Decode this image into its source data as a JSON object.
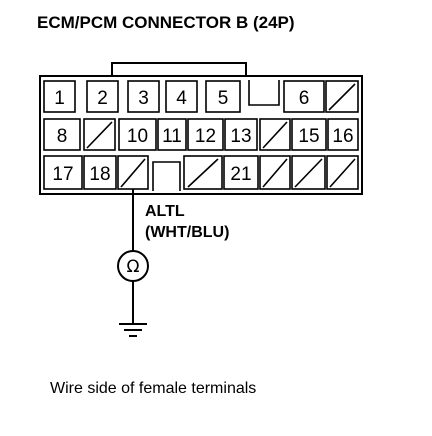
{
  "title": "ECM/PCM CONNECTOR B (24P)",
  "connector": {
    "rows": [
      [
        "1",
        "2",
        "3",
        "4",
        "5",
        "",
        "6",
        "/"
      ],
      [
        "8",
        "/",
        "10",
        "11",
        "12",
        "13",
        "/",
        "15",
        "16"
      ],
      [
        "17",
        "18",
        "/",
        "",
        "/",
        "21",
        "/",
        "/",
        "/"
      ]
    ]
  },
  "wire": {
    "name": "ALTL",
    "color_code": "(WHT/BLU)"
  },
  "meter_symbol": "Ω",
  "caption": "Wire side of female terminals"
}
